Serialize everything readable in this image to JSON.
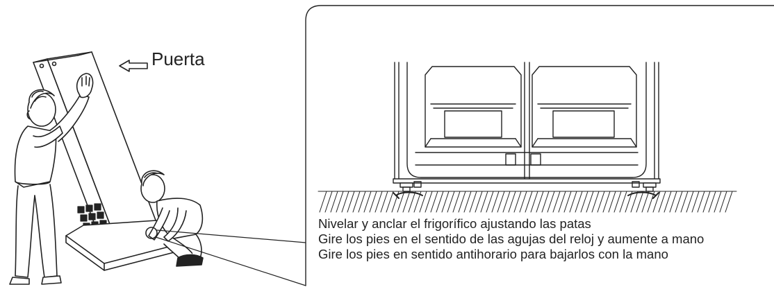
{
  "labels": {
    "door": "Puerta"
  },
  "instructions": {
    "line1": "Nivelar y anclar el frigorífico ajustando las patas",
    "line2": "Gire los pies en el sentido de las agujas del reloj y aumente a mano",
    "line3": "Gire los pies en sentido antihorario para bajarlos con la mano"
  }
}
